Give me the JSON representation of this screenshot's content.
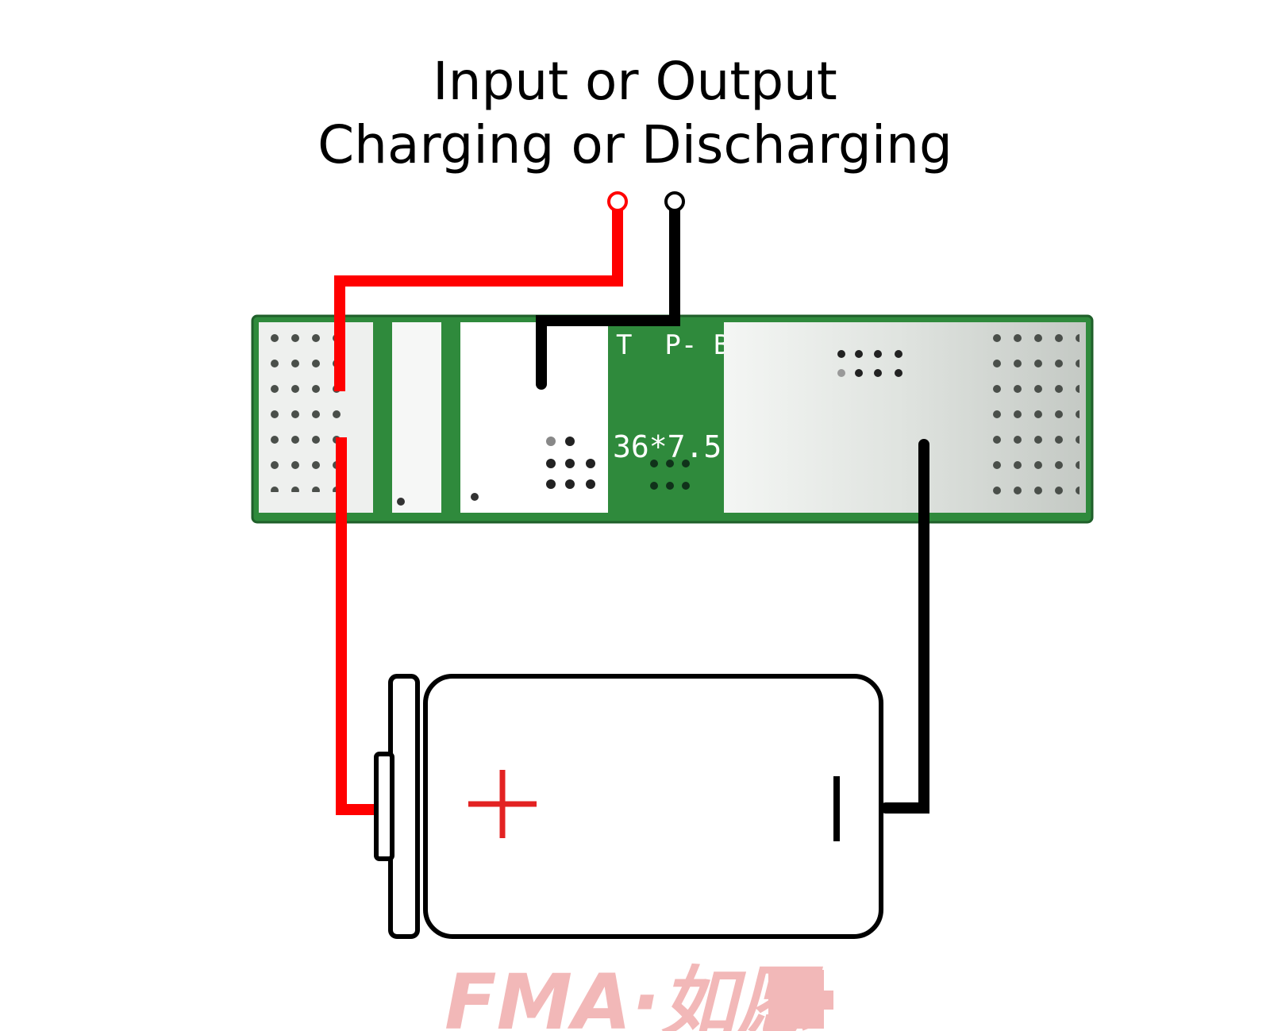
{
  "title": {
    "line1": "Input or Output",
    "line2": "Charging or Discharging"
  },
  "pcb": {
    "silkscreen_pads": "T  P- B-",
    "silkscreen_size": "36*7.5"
  },
  "battery": {
    "positive_symbol": "+",
    "negative_symbol": "|"
  },
  "watermark": {
    "text": "FMA·如愿"
  },
  "colors": {
    "positive_wire": "#ff0000",
    "negative_wire": "#000000",
    "pcb_green": "#2f8a3c",
    "pcb_metal": "#d4d8d4",
    "watermark": "#f2b8b8"
  }
}
